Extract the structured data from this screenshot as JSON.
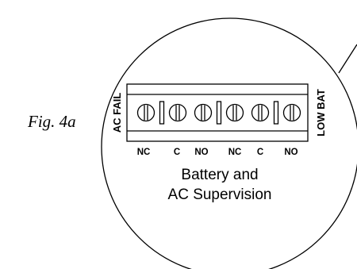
{
  "figure": {
    "label": "Fig. 4a"
  },
  "terminal_block": {
    "left_label": "AC FAIL",
    "right_label": "LOW BAT",
    "terminals": [
      {
        "label": "NC"
      },
      {
        "label": "C"
      },
      {
        "label": "NO"
      },
      {
        "label": "NC"
      },
      {
        "label": "C"
      },
      {
        "label": "NO"
      }
    ]
  },
  "caption": {
    "line1": "Battery and",
    "line2": "AC Supervision"
  },
  "colors": {
    "line": "#000000",
    "background": "#ffffff"
  }
}
